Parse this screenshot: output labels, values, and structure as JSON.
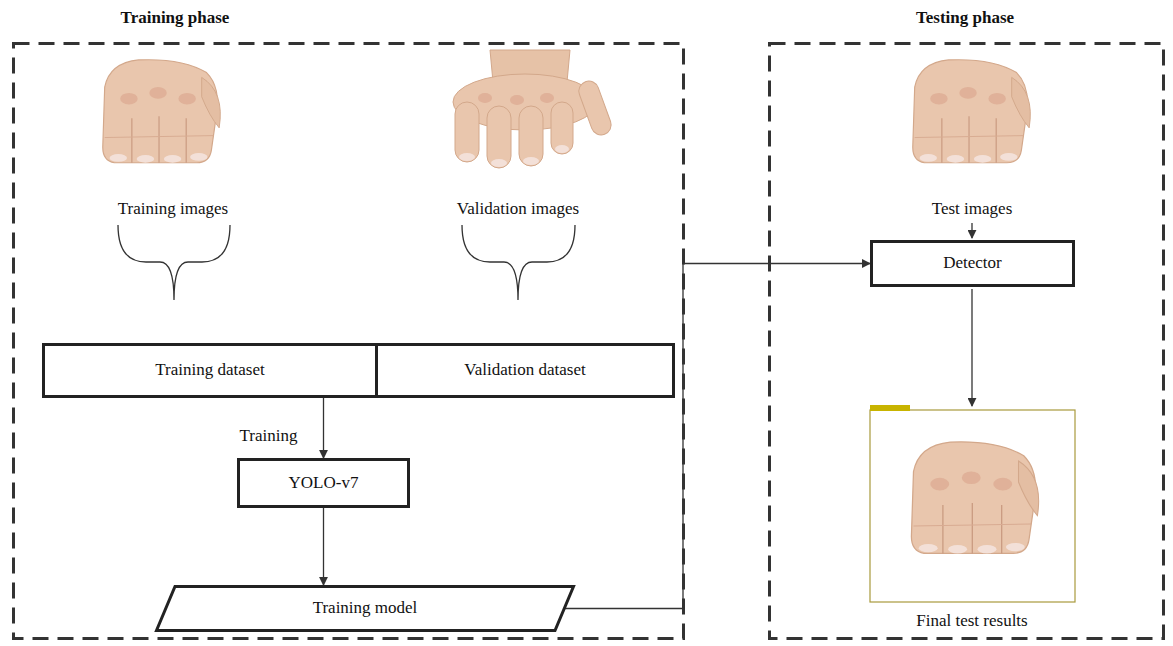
{
  "diagram": {
    "nodes": [
      {
        "text": [
          "Training phase"
        ]
      },
      {
        "text": [
          "Testing phase"
        ]
      },
      {
        "text": [
          "Training dataset"
        ],
        "in": 0
      },
      {
        "text": [
          "Validation dataset"
        ],
        "in": 0
      },
      {
        "text": [
          "YOLO-v7"
        ],
        "in": 0
      },
      {
        "text": [
          "Training model"
        ],
        "in": 0
      },
      {
        "text": [
          "Detector"
        ],
        "in": 1
      }
    ],
    "edges": [
      {
        "from": 2,
        "to": 4,
        "arrow": "to",
        "label": "Training"
      },
      {
        "from": 4,
        "to": 5,
        "arrow": "to"
      },
      {
        "from": 5,
        "to": 6,
        "arrow": "to"
      }
    ],
    "labels": [
      "Training images",
      "Validation images",
      "Test images",
      "Final test results"
    ]
  }
}
